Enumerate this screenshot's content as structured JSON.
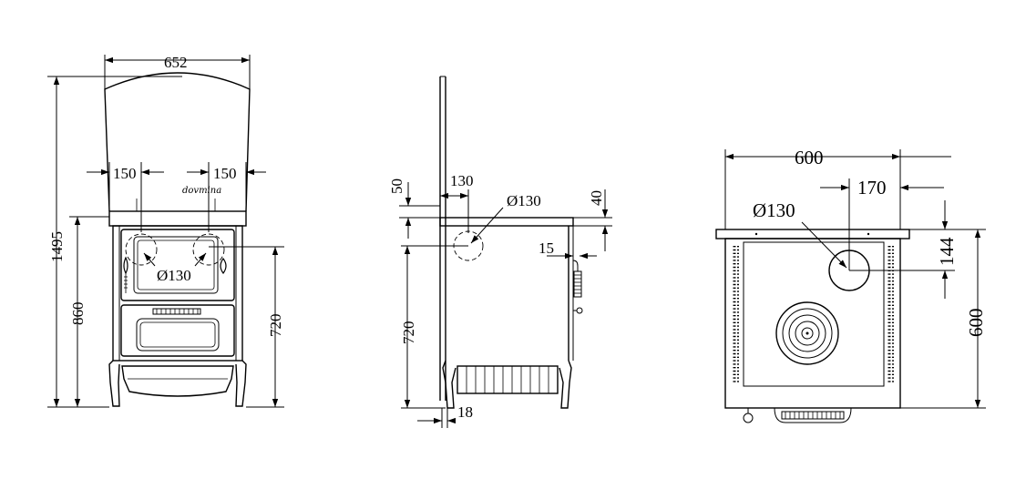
{
  "front_view": {
    "width": "652",
    "height_total": "1495",
    "height_top": "860",
    "height_flue": "720",
    "offset_left": "150",
    "offset_right": "150",
    "flue_diameter": "Ø130",
    "brand": "dovmina"
  },
  "side_view": {
    "depth_back": "130",
    "offset_top": "50",
    "top_thickness": "40",
    "flue_diameter": "Ø130",
    "handle_offset": "15",
    "height_flue": "720",
    "foot_offset": "18"
  },
  "top_view": {
    "width": "600",
    "depth": "600",
    "flue_offset_x": "170",
    "flue_offset_y": "144",
    "flue_diameter": "Ø130"
  }
}
